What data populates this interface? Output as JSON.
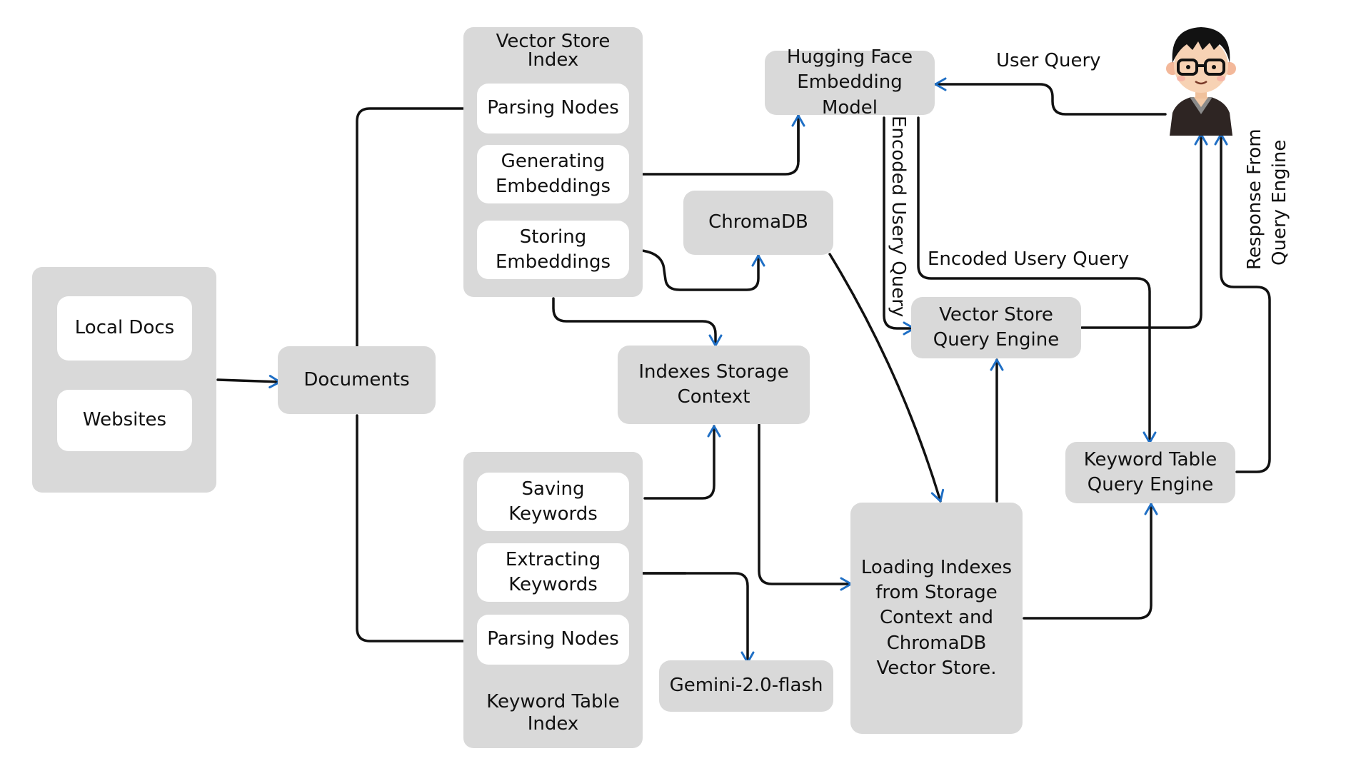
{
  "sources_group": {
    "items": [
      "Local Docs",
      "Websites"
    ]
  },
  "documents": "Documents",
  "vector_index": {
    "title_line1": "Vector Store",
    "title_line2": "Index",
    "steps": [
      "Parsing Nodes",
      "Generating Embeddings",
      "Storing Embeddings"
    ]
  },
  "keyword_index": {
    "title_line1": "Keyword Table",
    "title_line2": "Index",
    "steps": [
      "Saving Keywords",
      "Extracting Keywords",
      "Parsing Nodes"
    ]
  },
  "hugging_face": "Hugging Face Embedding Model",
  "chromadb": "ChromaDB",
  "storage_context": "Indexes Storage Context",
  "gemini": "Gemini-2.0-flash",
  "loading": "Loading Indexes from Storage Context and ChromaDB Vector Store.",
  "vector_engine": "Vector Store Query Engine",
  "keyword_engine": "Keyword Table Query Engine",
  "labels": {
    "user_query": "User Query",
    "encoded_vertical": "Encoded Usery Query",
    "encoded_horizontal": "Encoded Usery Query",
    "response_line1": "Response From",
    "response_line2": "Query Engine"
  },
  "colors": {
    "box_grey": "#d9d9d9",
    "arrowhead_blue": "#1f6fc5",
    "line": "#111111"
  },
  "icons": [
    "user-avatar-icon"
  ]
}
